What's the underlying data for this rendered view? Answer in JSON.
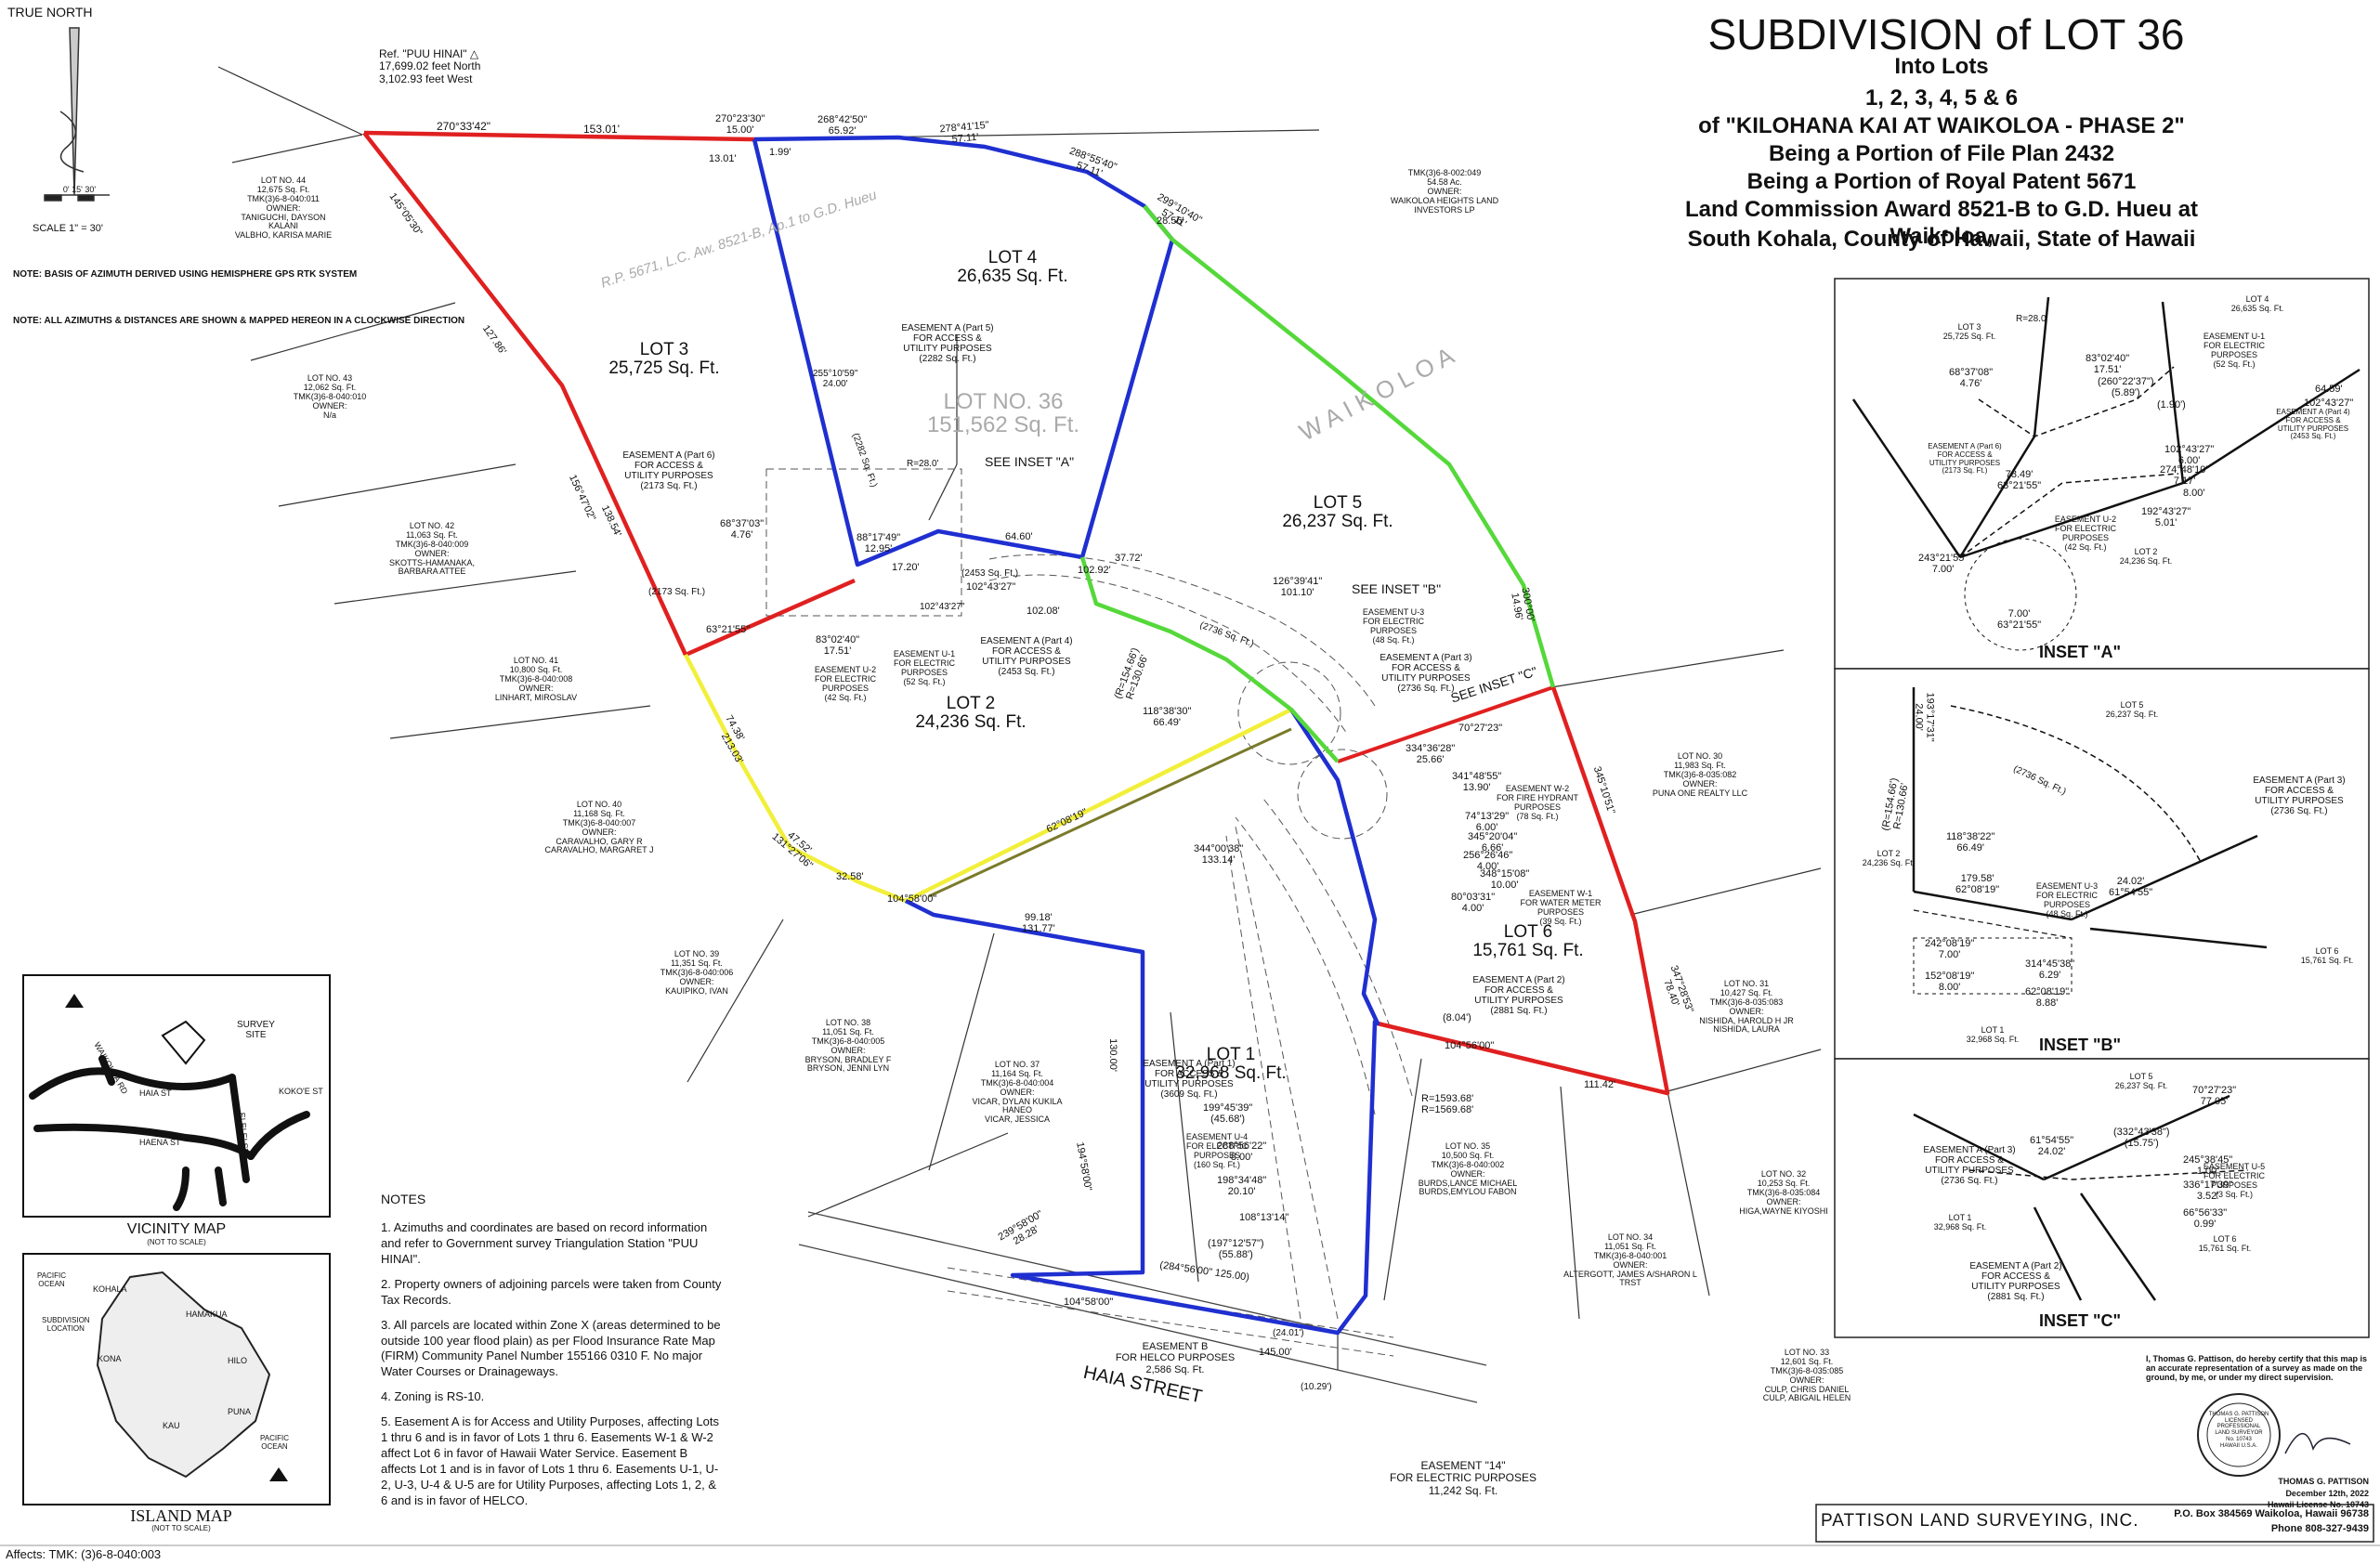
{
  "title": {
    "main": "SUBDIVISION of LOT 36",
    "lines": [
      "Into Lots",
      "1, 2, 3, 4, 5 & 6",
      "of \"KILOHANA KAI AT WAIKOLOA - PHASE 2\"",
      "Being a Portion of File Plan 2432",
      "Being a Portion of Royal Patent 5671",
      "Land Commission Award 8521-B to G.D. Hueu at Waikoloa,",
      "South Kohala, County of Hawaii, State of Hawaii"
    ]
  },
  "north": {
    "label": "TRUE NORTH",
    "scale": "SCALE 1\" = 30'",
    "ticks": "0'    15'    30'"
  },
  "basis_notes": [
    "NOTE: BASIS OF AZIMUTH\nDERIVED USING HEMISPHERE\nGPS RTK SYSTEM",
    "NOTE: ALL AZIMUTHS &\nDISTANCES ARE SHOWN\n& MAPPED HEREON IN A\nCLOCKWISE DIRECTION"
  ],
  "ref_station": "Ref. \"PUU HINAI\" △\n17,699.02 feet North\n3,102.93 feet West",
  "lots": {
    "lot36": "LOT NO. 36\n151,562 Sq. Ft.",
    "lot1": "LOT 1\n32,968 Sq. Ft.",
    "lot2": "LOT 2\n24,236 Sq. Ft.",
    "lot3": "LOT 3\n25,725 Sq. Ft.",
    "lot4": "LOT 4\n26,635 Sq. Ft.",
    "lot5": "LOT 5\n26,237 Sq. Ft.",
    "lot6": "LOT 6\n15,761 Sq. Ft."
  },
  "adjoining": {
    "l44": "LOT NO. 44\n12,675 Sq. Ft.\nTMK(3)6-8-040:011\nOWNER:\nTANIGUCHI, DAYSON KALANI\nVALBHO, KARISA MARIE",
    "l43": "LOT NO. 43\n12,062 Sq. Ft.\nTMK(3)6-8-040:010\nOWNER:\nN/a",
    "l42": "LOT NO. 42\n11,063 Sq. Ft.\nTMK(3)6-8-040:009\nOWNER:\nSKOTTS-HAMANAKA,\nBARBARA ATTEE",
    "l41": "LOT NO. 41\n10,800 Sq. Ft.\nTMK(3)6-8-040:008\nOWNER:\nLINHART, MIROSLAV",
    "l40": "LOT NO. 40\n11,168 Sq. Ft.\nTMK(3)6-8-040:007\nOWNER:\nCARAVALHO, GARY R\nCARAVALHO, MARGARET J",
    "l39": "LOT NO. 39\n11,351 Sq. Ft.\nTMK(3)6-8-040:006\nOWNER:\nKAUIPIKO, IVAN",
    "l38": "LOT NO. 38\n11,051 Sq. Ft.\nTMK(3)6-8-040:005\nOWNER:\nBRYSON, BRADLEY F\nBRYSON, JENNI LYN",
    "l37": "LOT NO. 37\n11,164 Sq. Ft.\nTMK(3)6-8-040:004\nOWNER:\nVICAR, DYLAN KUKILA HANEO\nVICAR, JESSICA",
    "l35": "LOT NO. 35\n10,500 Sq. Ft.\nTMK(3)6-8-040:002\nOWNER:\nBURDS,LANCE MICHAEL\nBURDS,EMYLOU FABON",
    "l34": "LOT NO. 34\n11,051 Sq. Ft.\nTMK(3)6-8-040:001\nOWNER:\nALTERGOTT, JAMES A/SHARON L TRST",
    "l33": "LOT NO. 33\n12,601 Sq. Ft.\nTMK(3)6-8-035:085\nOWNER:\nCULP, CHRIS DANIEL\nCULP, ABIGAIL HELEN",
    "l32": "LOT NO. 32\n10,253 Sq. Ft.\nTMK(3)6-8-035:084\nOWNER:\nHIGA,WAYNE KIYOSHI",
    "l31": "LOT NO. 31\n10,427 Sq. Ft.\nTMK(3)6-8-035:083\nOWNER:\nNISHIDA, HAROLD H JR\nNISHIDA, LAURA",
    "l30": "LOT NO. 30\n11,983 Sq. Ft.\nTMK(3)6-8-035:082\nOWNER:\nPUNA ONE REALTY LLC",
    "tmk_top": "TMK(3)6-8-002:049\n54.58 Ac.\nOWNER:\nWAIKOLOA HEIGHTS LAND\nINVESTORS LP"
  },
  "easements": {
    "a5": "EASEMENT A (Part 5)\nFOR ACCESS &\nUTILITY PURPOSES\n(2282 Sq. Ft.)",
    "a6": "EASEMENT A (Part 6)\nFOR ACCESS &\nUTILITY PURPOSES\n(2173 Sq. Ft.)",
    "a4": "EASEMENT A (Part 4)\nFOR ACCESS &\nUTILITY PURPOSES\n(2453 Sq. Ft.)",
    "a3": "EASEMENT A (Part 3)\nFOR ACCESS &\nUTILITY PURPOSES\n(2736 Sq. Ft.)",
    "a2": "EASEMENT A (Part 2)\nFOR ACCESS &\nUTILITY PURPOSES\n(2881 Sq. Ft.)",
    "a1": "EASEMENT A (Part 1)\nFOR ACCESS &\nUTILITY PURPOSES\n(3609 Sq. Ft.)",
    "u1": "EASEMENT U-1\nFOR ELECTRIC\nPURPOSES\n(52 Sq. Ft.)",
    "u2": "EASEMENT U-2\nFOR ELECTRIC\nPURPOSES\n(42 Sq. Ft.)",
    "u3": "EASEMENT U-3\nFOR ELECTRIC\nPURPOSES\n(48 Sq. Ft.)",
    "u4": "EASEMENT U-4\nFOR ELECTRIC\nPURPOSES\n(160 Sq. Ft.)",
    "w1": "EASEMENT W-1\nFOR WATER METER\nPURPOSES\n(39 Sq. Ft.)",
    "w2": "EASEMENT W-2\nFOR FIRE HYDRANT\nPURPOSES\n(78 Sq. Ft.)",
    "b": "EASEMENT B\nFOR HELCO PURPOSES\n2,586 Sq. Ft.",
    "e14": "EASEMENT \"14\"\nFOR ELECTRIC PURPOSES\n11,242 Sq. Ft."
  },
  "callouts": {
    "see_a": "SEE INSET \"A\"",
    "see_b": "SEE INSET \"B\"",
    "see_c": "SEE INSET \"C\"",
    "street": "HAIA  STREET",
    "waikoloa": "W A I K O L O A",
    "rp": "R.P. 5671, L.C. Aw. 8521-B, Ap.1 to G.D. Hueu"
  },
  "dims": {
    "d1": "270°33'42\"",
    "d2": "153.01'",
    "d3": "270°23'30\"\n15.00'",
    "d4": "13.01'",
    "d5": "268°42'50\"\n65.92'",
    "d6": "1.99'",
    "d7": "278°41'15\"\n57.11'",
    "d8": "288°55'40\"\n57.11'",
    "d9": "299°10'40\"\n57.11'",
    "d10": "28.56'",
    "d11": "145°05'30\"",
    "d12": "127.86'",
    "d13": "156°47'02\"",
    "d14": "138.54'",
    "d15": "74.38'",
    "d16": "213.03'",
    "d17": "47.52'\n131°27'06\"",
    "d18": "32.58'",
    "d19": "104°58'00\"",
    "d20": "99.18'\n131.77'",
    "d21": "130.00'",
    "d22": "194°58'00\"",
    "d23": "104°58'00\"",
    "d24": "145.00'",
    "d25": "104°56'00\"",
    "d26": "111.42'",
    "d27": "347°28'53\"\n78.40'",
    "d28": "345°10'51\"",
    "d29": "64.60'",
    "d30": "37.72'",
    "d31": "102.08'",
    "d32": "126°39'41\"\n101.10'",
    "d33": "118°38'30\"\n66.49'",
    "d34": "344°00'38\"\n133.14'",
    "d35": "62°08'19\"",
    "d36": "88°17'49\"\n12.95'",
    "d37": "68°37'03\"\n4.76'",
    "d38": "83°02'40\"\n17.51'",
    "d39": "17.20'",
    "d40": "102°43'27\"",
    "d41": "R=1593.68'\nR=1569.68'",
    "d42": "(R=154.66')\nR=130.66'",
    "d43": "199°45'39\"\n(45.68')",
    "d44": "288°56'22\"\n8.00'",
    "d45": "198°34'48\"\n20.10'",
    "d46": "108°13'14\"",
    "d47": "(197°12'57\")\n(55.88')",
    "d48": "(284°56'00\" 125.00)",
    "d49": "239°58'00\"\n28.28'",
    "d50": "80°03'31\"\n4.00'",
    "d51": "(8.04')",
    "d52": "334°36'28\"\n25.66'",
    "d53": "70°27'23\"",
    "d54": "341°48'55\"\n13.90'",
    "d55": "74°13'29\"\n6.00'",
    "d56": "345°20'04\"\n6.66'",
    "d57": "256°26'46\"\n4.00'",
    "d58": "348°15'08\"\n10.00'",
    "d59": "300°00'\n14.96'",
    "d60": "102.92'",
    "d61": "(2453 Sq. Ft.)",
    "d62": "(2173 Sq. Ft.)",
    "d63": "(2736 Sq. Ft.)",
    "d64": "R=28.0'",
    "d65": "255°10'59\"\n24.00'",
    "d66": "(2282 Sq. Ft.)",
    "d67": "63°21'55\"",
    "d68": "102°43'27\"",
    "d69": "(24.01')",
    "d70": "(10.29')"
  },
  "inset_a": {
    "title": "INSET \"A\"",
    "lot3": "LOT 3\n25,725 Sq. Ft.",
    "lot4": "LOT 4\n26,635 Sq. Ft.",
    "lot2": "LOT 2\n24,236 Sq. Ft.",
    "ea6": "EASEMENT A (Part 6)\nFOR ACCESS &\nUTILITY PURPOSES\n(2173 Sq. Ft.)",
    "eu1": "EASEMENT U-1\nFOR ELECTRIC\nPURPOSES\n(52 Sq. Ft.)",
    "eu2": "EASEMENT U-2\nFOR ELECTRIC\nPURPOSES\n(42 Sq. Ft.)",
    "ea4": "EASEMENT A (Part 4)\nFOR ACCESS &\nUTILITY PURPOSES\n(2453 Sq. Ft.)",
    "v1": "68°37'08\"\n4.76'",
    "v2": "83°02'40\"\n17.51'",
    "v3": "(260°22'37\")\n(5.89')",
    "v4": "64.59'",
    "v5": "102°43'27\"",
    "v6": "274°48'10\"\n7.17'",
    "v7": "102°43'27\"\n6.00'",
    "v8": "192°43'27\"\n5.01'",
    "v9": "78.49'\n63°21'55\"",
    "v10": "243°21'55\"\n7.00'",
    "v11": "7.00'\n63°21'55\"",
    "v12": "R=28.0'",
    "v13": "(1.90')",
    "v14": "8.00'"
  },
  "inset_b": {
    "title": "INSET \"B\"",
    "lot5": "LOT 5\n26,237 Sq. Ft.",
    "lot2": "LOT 2\n24,236 Sq. Ft.",
    "lot1": "LOT 1\n32,968 Sq. Ft.",
    "lot6": "LOT 6\n15,761 Sq. Ft.",
    "ea3": "EASEMENT A (Part 3)\nFOR ACCESS &\nUTILITY PURPOSES\n(2736 Sq. Ft.)",
    "eu3": "EASEMENT U-3\nFOR ELECTRIC\nPURPOSES\n(48 Sq. Ft.)",
    "v1": "193°17'31\"\n24.00'",
    "v2": "(R=154.66')\nR=130.66'",
    "v3": "118°38'22\"\n66.49'",
    "v4": "179.58'\n62°08'19\"",
    "v5": "24.02'\n61°54'55\"",
    "v6": "242°08'19\"\n7.00'",
    "v7": "152°08'19\"\n8.00'",
    "v8": "314°45'38\"\n6.29'",
    "v9": "62°08'19\"\n8.88'",
    "v10": "(2736 Sq. Ft.)"
  },
  "inset_c": {
    "title": "INSET \"C\"",
    "lot5": "LOT 5\n26,237 Sq. Ft.",
    "lot1": "LOT 1\n32,968 Sq. Ft.",
    "lot6": "LOT 6\n15,761 Sq. Ft.",
    "ea3": "EASEMENT A (Part 3)\nFOR ACCESS &\nUTILITY PURPOSES\n(2736 Sq. Ft.)",
    "ea2": "EASEMENT A (Part 2)\nFOR ACCESS &\nUTILITY PURPOSES\n(2881 Sq. Ft.)",
    "eu5": "EASEMENT U-5\nFOR ELECTRIC\nPURPOSES\n(3 Sq. Ft.)",
    "v1": "70°27'23\"\n77.05'",
    "v2": "61°54'55\"\n24.02'",
    "v3": "(332°43'38\")\n(15.75')",
    "v4": "245°38'45\"\n1.00'",
    "v5": "336°17'39\"\n3.52'",
    "v6": "66°56'33\"\n0.99'"
  },
  "vicinity": {
    "title": "VICINITY MAP",
    "sub": "(NOT TO SCALE)",
    "site": "SURVEY\nSITE",
    "streets": [
      "HAIA ST",
      "HAENA ST",
      "WAIKOLOA RD",
      "ELELEI ST",
      "KOKO'E ST"
    ]
  },
  "island": {
    "title": "ISLAND MAP",
    "sub": "(NOT TO SCALE)",
    "labels": [
      "PACIFIC\nOCEAN",
      "KOHALA",
      "HAMAKUA",
      "SUBDIVISION\nLOCATION",
      "KONA",
      "HILO",
      "KAU",
      "PUNA",
      "PACIFIC\nOCEAN"
    ]
  },
  "notes": {
    "heading": "NOTES",
    "items": [
      "1. Azimuths and coordinates are based on record information and refer to Government survey Triangulation Station \"PUU HINAI\".",
      "2. Property owners of adjoining parcels were taken from County Tax Records.",
      "3. All parcels are located within Zone X (areas determined to be outside 100 year flood plain) as per Flood Insurance Rate Map (FIRM) Community Panel Number 155166 0310 F. No major Water Courses or Drainageways.",
      "4. Zoning is RS-10.",
      "5. Easement A is for Access and Utility Purposes, affecting Lots 1 thru 6 and is in favor of Lots 1 thru 6. Easements W-1 & W-2 affect Lot 6 in favor of Hawaii Water Service. Easement B affects Lot 1 and is in favor of Lots 1 thru 6. Easements U-1, U-2, U-3, U-4 & U-5 are for Utility Purposes, affecting Lots 1, 2, & 6 and is in favor of HELCO."
    ]
  },
  "certification": {
    "text": "I, Thomas G. Pattison, do hereby certify that this map is an accurate representation of a survey as made on the ground, by me, or under my direct supervision.",
    "seal": "THOMAS G. PATTISON\nLICENSED PROFESSIONAL\nLAND SURVEYOR\nNo. 10743\nHAWAII U.S.A.",
    "name": "THOMAS G. PATTISON",
    "date": "December 12th, 2022",
    "license": "Hawaii License No. 10743"
  },
  "company": {
    "name": "PATTISON LAND SURVEYING, INC.",
    "addr": "P.O. Box 384569 Waikoloa, Hawaii  96738",
    "phone": "Phone 808-327-9439"
  },
  "footer": "Affects: TMK: (3)6-8-040:003",
  "colors": {
    "red": "#e02020",
    "blue": "#1f2fd0",
    "green": "#55d83a",
    "yellow": "#f2ef3a",
    "line": "#222222"
  }
}
